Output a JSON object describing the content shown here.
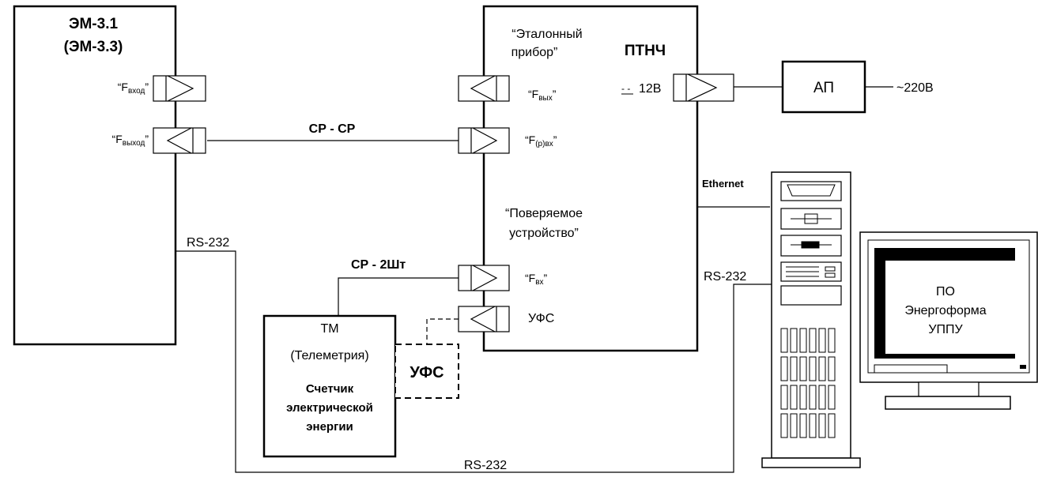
{
  "em": {
    "title_line1": "ЭМ-3.1",
    "title_line2": "(ЭМ-3.3)",
    "port_in": {
      "open": "“F",
      "sub": "вход",
      "close": "”"
    },
    "port_out": {
      "open": "“F",
      "sub": "выход",
      "close": "”"
    },
    "rs232": "RS-232"
  },
  "link_cp_cp": "СР - СР",
  "ptnch": {
    "ref_line1": "“Эталонный",
    "ref_line2": "прибор”",
    "title": "ПТНЧ",
    "port_fout": {
      "open": "“F",
      "sub": "вых",
      "close": "”"
    },
    "power_symbol": "- -",
    "power": "12В",
    "port_fpin": {
      "open": "“F",
      "sub": "(р)вх",
      "close": "”"
    },
    "ethernet": "Ethernet",
    "dut_line1": "“Поверяемое",
    "dut_line2": "устройство”",
    "port_fin": {
      "open": "“F",
      "sub": "вх",
      "close": "”"
    },
    "ufs_port": "УФС"
  },
  "ap": {
    "label": "АП",
    "mains": "~220В"
  },
  "link_cp_2sht": "СР - 2Шт",
  "tm": {
    "line1": "ТМ",
    "line2": "(Телеметрия)",
    "line3": "Счетчик",
    "line4": "электрической",
    "line5": "энергии"
  },
  "ufs_box": "УФС",
  "pc": {
    "rs232": "RS-232"
  },
  "monitor": {
    "line1": "ПО",
    "line2": "Энергоформа",
    "line3": "УППУ"
  },
  "bottom_rs232": "RS-232"
}
